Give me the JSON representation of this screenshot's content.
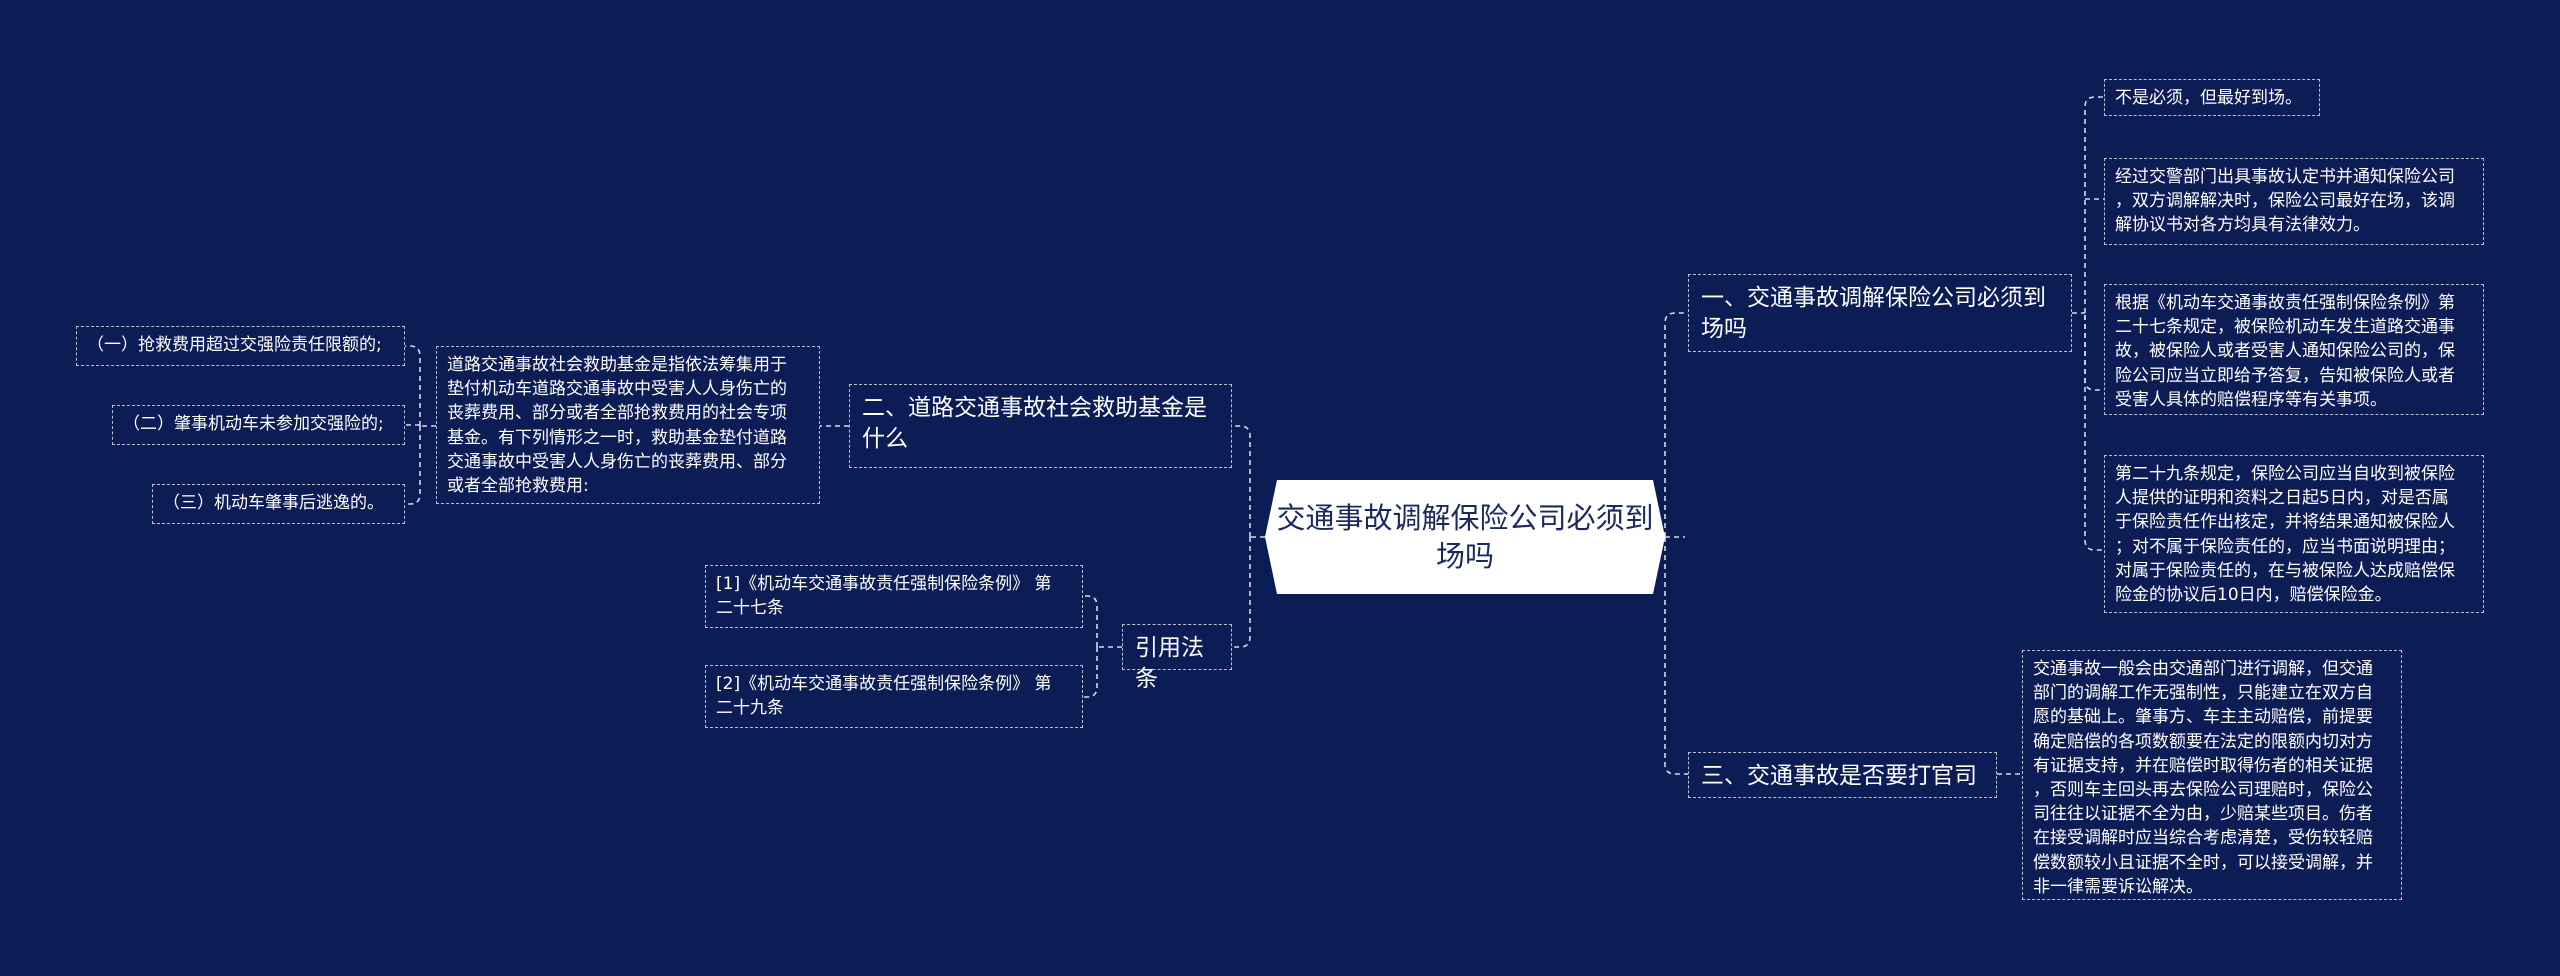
{
  "central": "交通事故调解保险公司必须到场吗",
  "right_branches": [
    {
      "title": "一、交通事故调解保险公司必须到场吗",
      "children": [
        "不是必须，但最好到场。",
        "经过交警部门出具事故认定书并通知保险公司\n，双方调解解决时，保险公司最好在场，该调\n解协议书对各方均具有法律效力。",
        "根据《机动车交通事故责任强制保险条例》第\n二十七条规定，被保险机动车发生道路交通事\n故，被保险人或者受害人通知保险公司的，保\n险公司应当立即给予答复，告知被保险人或者\n受害人具体的赔偿程序等有关事项。",
        "第二十九条规定，保险公司应当自收到被保险\n人提供的证明和资料之日起5日内，对是否属\n于保险责任作出核定，并将结果通知被保险人\n；对不属于保险责任的，应当书面说明理由；\n对属于保险责任的，在与被保险人达成赔偿保\n险金的协议后10日内，赔偿保险金。"
      ]
    },
    {
      "title": "三、交通事故是否要打官司",
      "children": [
        "交通事故一般会由交通部门进行调解，但交通\n部门的调解工作无强制性，只能建立在双方自\n愿的基础上。肇事方、车主主动赔偿，前提要\n确定赔偿的各项数额要在法定的限额内切对方\n有证据支持，并在赔偿时取得伤者的相关证据\n，否则车主回头再去保险公司理赔时，保险公\n司往往以证据不全为由，少赔某些项目。伤者\n在接受调解时应当综合考虑清楚，受伤较轻赔\n偿数额较小且证据不全时，可以接受调解，并\n非一律需要诉讼解决。"
      ]
    }
  ],
  "left_branches": [
    {
      "title": "二、道路交通事故社会救助基金是\n什么",
      "children": [
        {
          "text": "道路交通事故社会救助基金是指依法筹集用于\n垫付机动车道路交通事故中受害人人身伤亡的\n丧葬费用、部分或者全部抢救费用的社会专项\n基金。有下列情形之一时，救助基金垫付道路\n交通事故中受害人人身伤亡的丧葬费用、部分\n或者全部抢救费用:",
          "children": [
            "（一）抢救费用超过交强险责任限额的;",
            "（二）肇事机动车未参加交强险的;",
            "（三）机动车肇事后逃逸的。"
          ]
        }
      ]
    },
    {
      "title": "引用法条",
      "children": [
        "[1]《机动车交通事故责任强制保险条例》 第\n二十七条",
        "[2]《机动车交通事故责任强制保险条例》 第\n二十九条"
      ]
    }
  ]
}
